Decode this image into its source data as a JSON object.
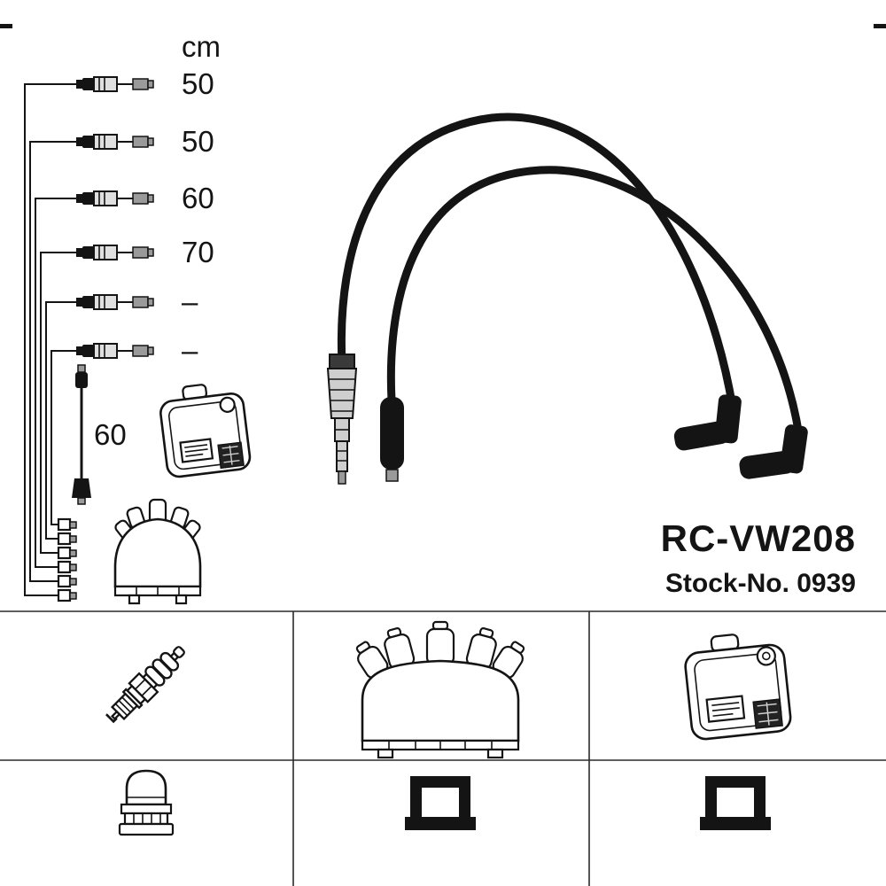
{
  "product": {
    "code": "RC-VW208",
    "stock": "Stock-No. 0939"
  },
  "length_chart": {
    "unit": "cm",
    "cable_lengths": [
      "50",
      "50",
      "60",
      "70",
      "–",
      "–"
    ],
    "coil_wire_length": "60"
  },
  "colors": {
    "line": "#141414",
    "background": "#ffffff",
    "metal": "#cfcfcf"
  },
  "parts_grid": {
    "cells": [
      "spark-plug",
      "distributor-cap",
      "ignition-coil",
      "terminal-adapter",
      "cable-clip",
      "cable-clip"
    ]
  }
}
